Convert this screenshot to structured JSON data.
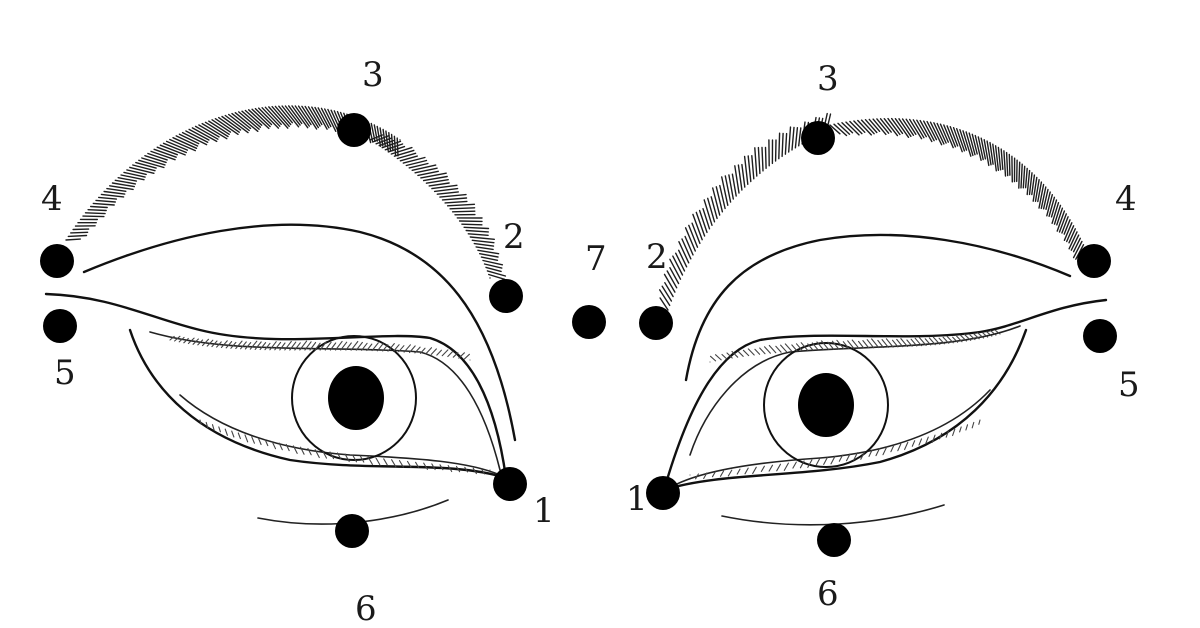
{
  "diagram": {
    "colors": {
      "ink": "#000000",
      "background": "#ffffff"
    },
    "left_eye": {
      "points": [
        {
          "label": "1"
        },
        {
          "label": "2"
        },
        {
          "label": "3"
        },
        {
          "label": "4"
        },
        {
          "label": "5"
        },
        {
          "label": "6"
        }
      ]
    },
    "center_point": {
      "label": "7"
    },
    "right_eye": {
      "points": [
        {
          "label": "1"
        },
        {
          "label": "2"
        },
        {
          "label": "3"
        },
        {
          "label": "4"
        },
        {
          "label": "5"
        },
        {
          "label": "6"
        }
      ]
    }
  }
}
